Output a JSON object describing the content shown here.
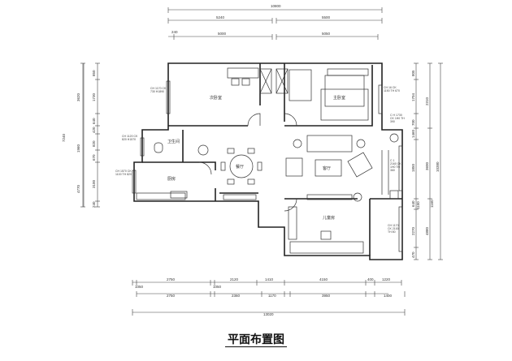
{
  "title": "平面布置图",
  "rooms": {
    "second_bedroom": "次卧室",
    "master_bedroom": "主卧室",
    "bathroom": "卫生间",
    "kitchen": "厨房",
    "dining": "餐厅",
    "living": "客厅",
    "kids_room": "儿童房"
  },
  "window_notes": [
    "CH 1170 CK 730 H1890",
    "CH 1120 CK 820 H1570",
    "CH 1570 CK 1100 TH 820",
    "CH 16 CK 1150 TH 670",
    "C H 1730 CK 1H0 TH 390",
    "C 1 2160 CK 1H0 TH 360",
    "CH 1170 CK 2100 TH 80"
  ],
  "dimensions": {
    "top": [
      "10800",
      "5240",
      "5500",
      "240",
      "5000",
      "5050"
    ],
    "bottom_row1": [
      "1050",
      "2750",
      "1050",
      "2120",
      "1410",
      "4150",
      "400",
      "1220"
    ],
    "bottom_row2": [
      "2750",
      "2360",
      "1170",
      "3950",
      "1400"
    ],
    "bottom_total": "13020",
    "left_outer": [
      "3620",
      "1960",
      "4770",
      "7240"
    ],
    "left_inner": [
      "850",
      "1730",
      "640",
      "420",
      "820",
      "670",
      "3100",
      "240"
    ],
    "right_inner": [
      "805",
      "1704",
      "700",
      "1460",
      "1850",
      "640",
      "1150",
      "2270",
      "470"
    ],
    "right_mid": [
      "2310",
      "3600",
      "4880",
      "1160"
    ],
    "right_outer": "10380"
  }
}
